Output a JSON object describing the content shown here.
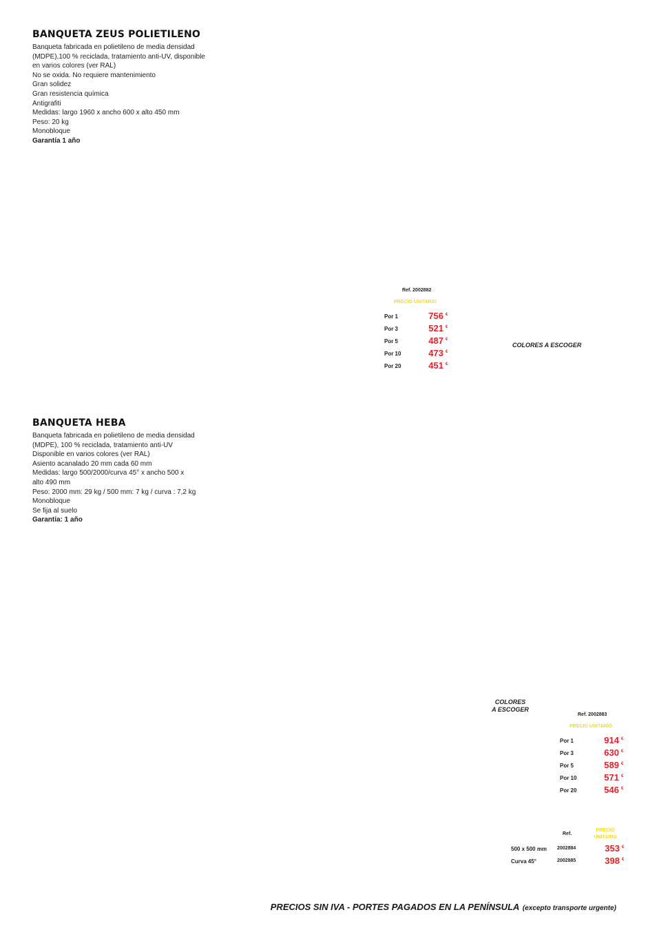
{
  "zeus": {
    "title": "BANQUETA ZEUS POLIETILENO",
    "lines": [
      "Banqueta fabricada en polietileno de media densidad",
      "(MDPE),100 % reciclada, tratamiento anti-UV, disponible",
      "en varios colores (ver RAL)",
      "No se oxida. No requiere mantenimiento",
      "Gran solidez",
      "Gran resistencia química",
      "Antigrafiti",
      "Medidas: largo 1960 x ancho 600 x alto 450 mm",
      "Peso: 20 kg",
      "Monobloque"
    ],
    "guarantee": "Garantía 1 año",
    "ref": "Ref. 2002882",
    "unit_price_label": "PRECIO UNITARIO",
    "prices": [
      {
        "qty": "Por 1",
        "price": "756",
        "currency": "€"
      },
      {
        "qty": "Por 3",
        "price": "521",
        "currency": "€"
      },
      {
        "qty": "Por 5",
        "price": "487",
        "currency": "€"
      },
      {
        "qty": "Por 10",
        "price": "473",
        "currency": "€"
      },
      {
        "qty": "Por 20",
        "price": "451",
        "currency": "€"
      }
    ],
    "colors_label": "COLORES A ESCOGER"
  },
  "heba": {
    "title": "BANQUETA HEBA",
    "lines": [
      "Banqueta fabricada en polietileno de media densidad",
      "(MDPE), 100 % reciclada, tratamiento anti-UV",
      "Disponible en varios colores (ver RAL)",
      "Asiento acanalado 20 mm cada 60 mm",
      "Medidas: largo 500/2000/curva 45° x ancho 500 x",
      "alto 490 mm",
      "Peso: 2000 mm: 29 kg / 500 mm: 7 kg / curva : 7,2 kg",
      "Monobloque",
      "Se fija al suelo"
    ],
    "guarantee": "Garantía: 1 año",
    "colors_label_line1": "COLORES",
    "colors_label_line2": "A ESCOGER",
    "ref": "Ref. 2002883",
    "unit_price_label": "PRECIO UNITARIO",
    "prices": [
      {
        "qty": "Por 1",
        "price": "914",
        "currency": "€"
      },
      {
        "qty": "Por 3",
        "price": "630",
        "currency": "€"
      },
      {
        "qty": "Por 5",
        "price": "589",
        "currency": "€"
      },
      {
        "qty": "Por 10",
        "price": "571",
        "currency": "€"
      },
      {
        "qty": "Por 20",
        "price": "546",
        "currency": "€"
      }
    ],
    "variants_header_ref": "Ref.",
    "variants_header_price_1": "PRECIO",
    "variants_header_price_2": "UNITARIO",
    "variants": [
      {
        "size": "500 x 500 mm",
        "ref": "2002884",
        "price": "353",
        "currency": "€"
      },
      {
        "size": "Curva 45°",
        "ref": "2002885",
        "price": "398",
        "currency": "€"
      }
    ]
  },
  "footer": {
    "main": "PRECIOS SIN IVA - PORTES PAGADOS EN LA PENÍNSULA",
    "note": "(excepto transporte urgente)"
  },
  "colors": {
    "price_red": "#e3202a",
    "label_yellow": "#f3dc1a"
  }
}
